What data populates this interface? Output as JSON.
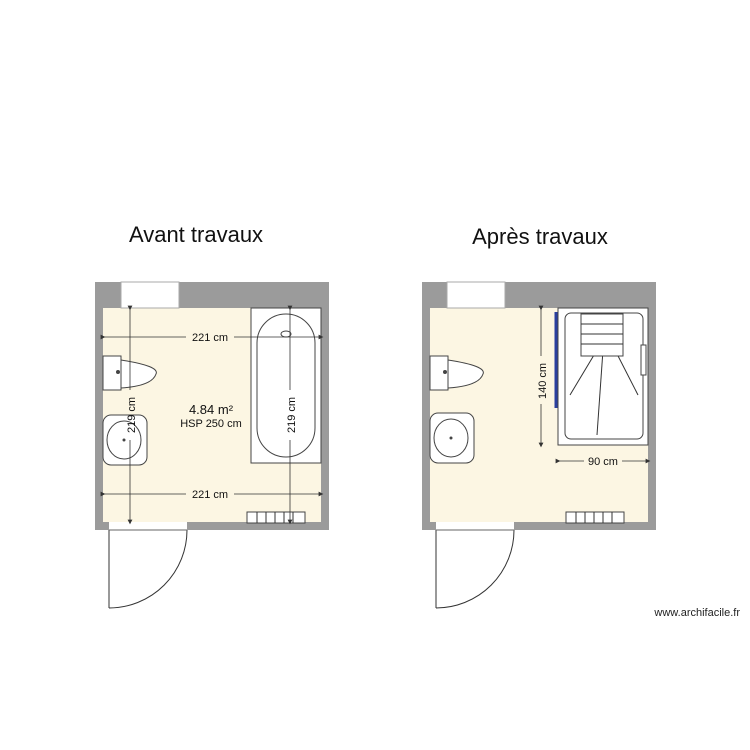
{
  "plans": {
    "before": {
      "title": "Avant travaux",
      "dims": {
        "top_width": "221 cm",
        "bottom_width": "221 cm",
        "left_height": "219 cm",
        "right_height": "219 cm"
      },
      "area": "4.84 m²",
      "hsp": "HSP 250 cm"
    },
    "after": {
      "title": "Après travaux",
      "dims": {
        "shower_depth": "140 cm",
        "shower_width": "90 cm"
      }
    }
  },
  "credit": "www.archifacile.fr",
  "colors": {
    "wall": "#9b9b9b",
    "floor": "#fcf6e3",
    "shower_glass": "#2a3f9e"
  }
}
